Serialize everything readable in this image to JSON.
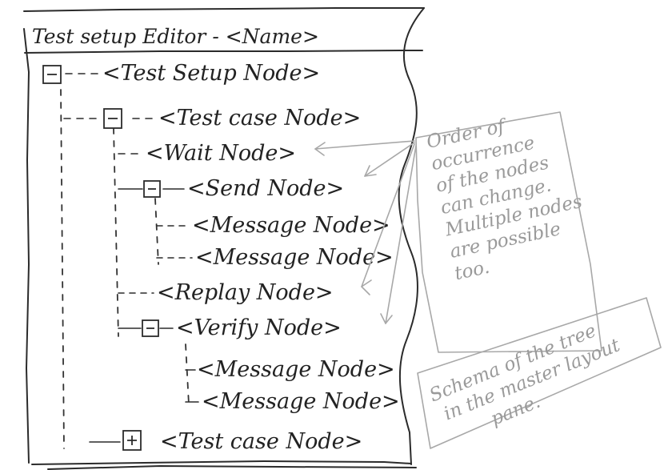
{
  "window": {
    "title": "Test setup Editor - <Name>"
  },
  "tree": {
    "nodes": [
      {
        "label": "<Test Setup Node>",
        "toggle": "minus"
      },
      {
        "label": "<Test case Node>",
        "toggle": "minus"
      },
      {
        "label": "<Wait Node>",
        "toggle": "none"
      },
      {
        "label": "<Send Node>",
        "toggle": "minus"
      },
      {
        "label": "<Message Node>",
        "toggle": "none"
      },
      {
        "label": "<Message Node>",
        "toggle": "none"
      },
      {
        "label": "<Replay Node>",
        "toggle": "none"
      },
      {
        "label": "<Verify Node>",
        "toggle": "minus"
      },
      {
        "label": "<Message Node>",
        "toggle": "none"
      },
      {
        "label": "<Message Node>",
        "toggle": "none"
      },
      {
        "label": "<Test case Node>",
        "toggle": "plus"
      }
    ]
  },
  "notes": {
    "order_note": [
      "Order of",
      "occurrence",
      "of the nodes",
      "can change.",
      "Multiple nodes",
      "are possible",
      "too."
    ],
    "schema_note": [
      "Schema of the tree",
      "in the master layout",
      "pane."
    ]
  }
}
